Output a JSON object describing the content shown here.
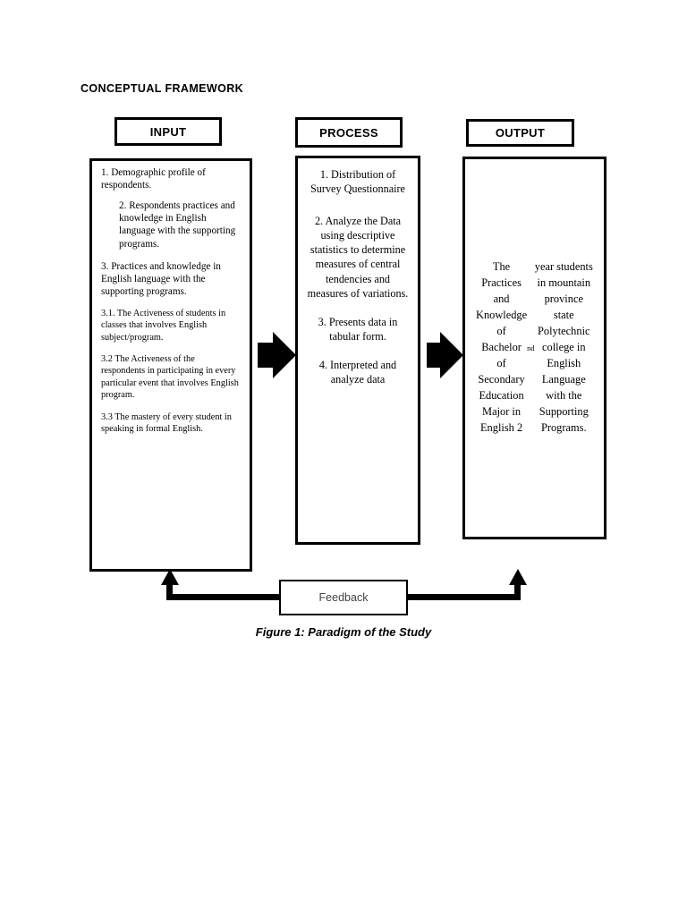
{
  "page": {
    "section_title": "CONCEPTUAL FRAMEWORK",
    "caption": "Figure 1: Paradigm of the Study"
  },
  "columns": {
    "input": {
      "header": "INPUT",
      "items": [
        "1. Demographic profile of respondents.",
        "2. Respondents practices and knowledge in English language with the supporting programs.",
        "3. Practices and knowledge in English language with the supporting programs.",
        "3.1. The Activeness of students in classes that involves English subject/program.",
        "3.2 The Activeness of the respondents in participating in every particular event that involves English program.",
        "3.3 The mastery of every student in speaking in formal English."
      ]
    },
    "process": {
      "header": "PROCESS",
      "items": [
        "1. Distribution of Survey Questionnaire",
        "2. Analyze the Data using descriptive statistics to determine measures of central tendencies and measures of variations.",
        "3. Presents data in tabular form.",
        "4. Interpreted and analyze data"
      ]
    },
    "output": {
      "header": "OUTPUT",
      "text_before_superscript": "The Practices and Knowledge of Bachelor of Secondary Education Major in English 2",
      "superscript": "nd",
      "text_after_superscript": "year students in mountain province state Polytechnic college in English Language with the Supporting Programs."
    }
  },
  "feedback": {
    "label": "Feedback"
  },
  "icons": {
    "arrow_input_to_process": "right-block-arrow-icon",
    "arrow_process_to_output": "right-block-arrow-icon",
    "feedback_arrow_left": "up-arrow-icon",
    "feedback_arrow_right": "up-arrow-icon"
  },
  "colors": {
    "stroke": "#000000",
    "background": "#ffffff",
    "feedback_text": "#444444"
  }
}
